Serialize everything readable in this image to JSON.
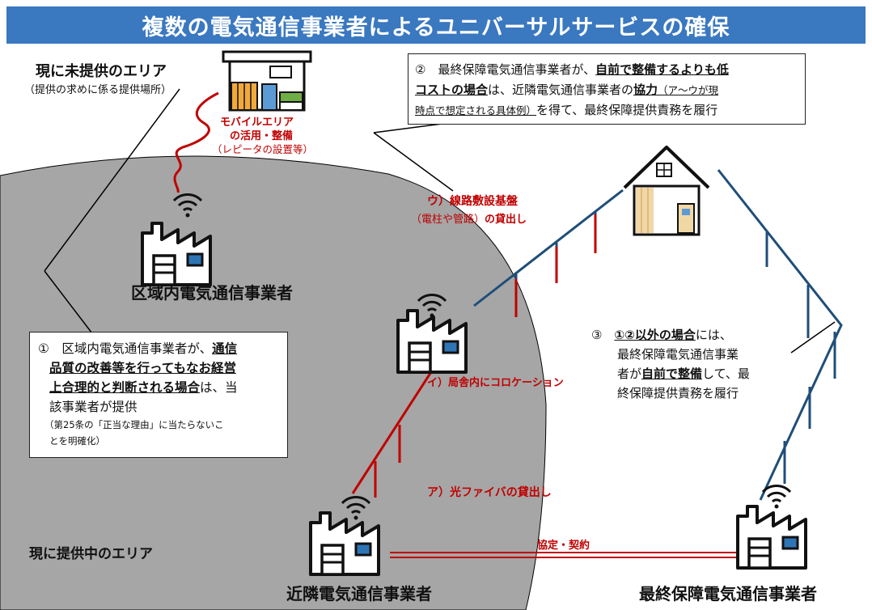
{
  "title": "複数の電気通信事業者によるユニバーサルサービスの確保",
  "unserved": {
    "heading": "現に未提供のエリア",
    "sub": "（提供の求めに係る提供場所）"
  },
  "mobile": {
    "line1": "モバイルエリア",
    "line2": "の活用・整備",
    "line3": "（レピータの設置等）"
  },
  "serving_area_label": "現に提供中のエリア",
  "operators": {
    "regional": "区域内電気通信事業者",
    "neighbor": "近隣電気通信事業者",
    "last_resort": "最終保障電気通信事業者"
  },
  "box2": {
    "l1a": "②　最終保障電気通信事業者が、",
    "l1b": "自前で整備するよりも低",
    "l2a": "コストの場合",
    "l2b": "は、近隣電気通信事業者の",
    "l2c": "協力",
    "l2d": "（ア～ウが現",
    "l3a": "時点で想定される具体例）",
    "l3b": "を得て、最終保障提供責務を履行"
  },
  "box1": {
    "l1a": "①　区域内電気通信事業者が、",
    "l1b": "通信",
    "l2": "品質の改善等を行ってもなお経営",
    "l3a": "上合理的と判断される場合",
    "l3b": "は、当",
    "l4": "該事業者が提供",
    "n1": "（第25条の「正当な理由」に当たらないこ",
    "n2": "とを明確化）"
  },
  "box3": {
    "l1a": "③　",
    "l1b": "①②以外の場合",
    "l1c": "には、",
    "l2": "最終保障電気通信事業",
    "l3a": "者が",
    "l3b": "自前で整備",
    "l3c": "して、最",
    "l4": "終保障提供責務を履行"
  },
  "labels": {
    "u1": "ウ）線路敷設基盤",
    "u2": "（電柱や管路）",
    "u3": "の貸出し",
    "i": "イ）局舎内にコロケーション",
    "a": "ア）光ファイバの貸出し",
    "contract": "協定・契約"
  },
  "icons": [
    "factory-icon",
    "wifi-icon",
    "house-icon",
    "building-icon"
  ],
  "colors": {
    "banner": "#3a78c0",
    "area": "#a6a6a6",
    "red": "#c00000",
    "blue": "#1f4e79"
  }
}
